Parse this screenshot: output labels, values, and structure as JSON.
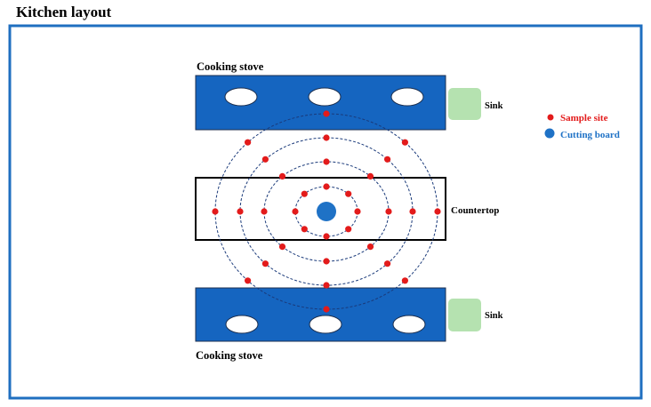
{
  "title": "Kitchen layout",
  "labels": {
    "stove_top": "Cooking stove",
    "stove_bottom": "Cooking stove",
    "sink_top": "Sink",
    "sink_bottom": "Sink",
    "countertop": "Countertop"
  },
  "legend": {
    "sample_site": "Sample site",
    "cutting_board": "Cutting board"
  },
  "colors": {
    "frame": "#1f6fc0",
    "stove": "#1565c0",
    "burner": "#ffffff",
    "sink": "#b5e2b0",
    "sample_site": "#e31b1b",
    "cutting_board": "#1f72c6",
    "ring": "#1a3a7a",
    "legend_sample_text": "#e31b1b",
    "legend_board_text": "#1f72c6"
  },
  "sampling": {
    "rings": 4,
    "sites_per_ring": 8
  }
}
